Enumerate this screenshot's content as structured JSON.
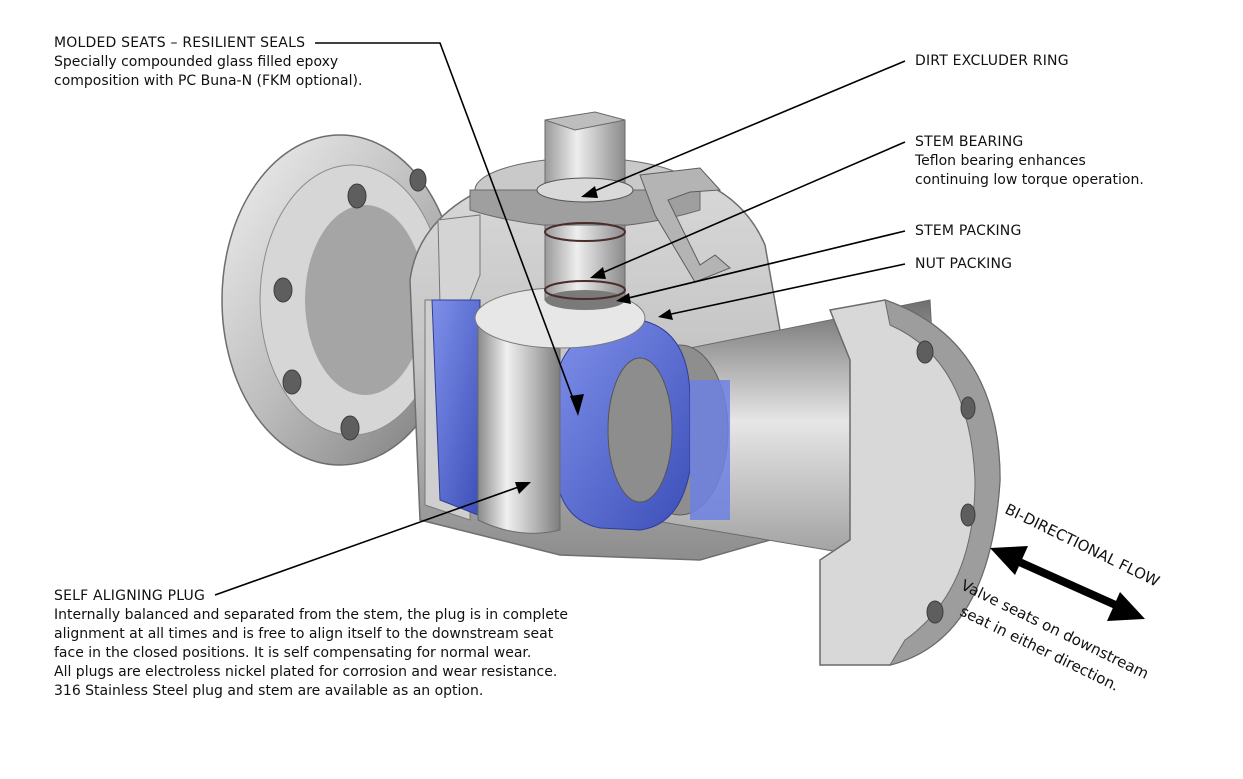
{
  "labels": {
    "molded_seats": {
      "title": "MOLDED SEATS – RESILIENT SEALS",
      "desc": [
        "Specially compounded glass filled epoxy",
        "composition with PC Buna-N (FKM optional)."
      ]
    },
    "dirt_excluder": {
      "title": "DIRT EXCLUDER RING"
    },
    "stem_bearing": {
      "title": "STEM BEARING",
      "desc": [
        "Teflon bearing enhances",
        "continuing low torque operation."
      ]
    },
    "stem_packing": {
      "title": "STEM PACKING"
    },
    "nut_packing": {
      "title": "NUT PACKING"
    },
    "self_aligning_plug": {
      "title": "SELF ALIGNING PLUG",
      "desc": [
        "Internally balanced and separated from the stem, the plug is in complete",
        "alignment at all times and is free to align itself to the downstream seat",
        "face in the closed positions. It is self compensating for normal wear.",
        "All plugs are electroless nickel plated for corrosion and wear resistance.",
        "316 Stainless Steel plug and stem are available as an option."
      ]
    }
  },
  "flow": {
    "title": "BI-DIRECTIONAL FLOW",
    "desc": [
      "Valve seats on downstream",
      "seat in either direction."
    ]
  },
  "colors": {
    "metal_light": "#e4e4e4",
    "metal_mid": "#b8b8b8",
    "metal_dark": "#7a7a7a",
    "seal_blue": "#5b6fd6",
    "line": "#000000"
  }
}
